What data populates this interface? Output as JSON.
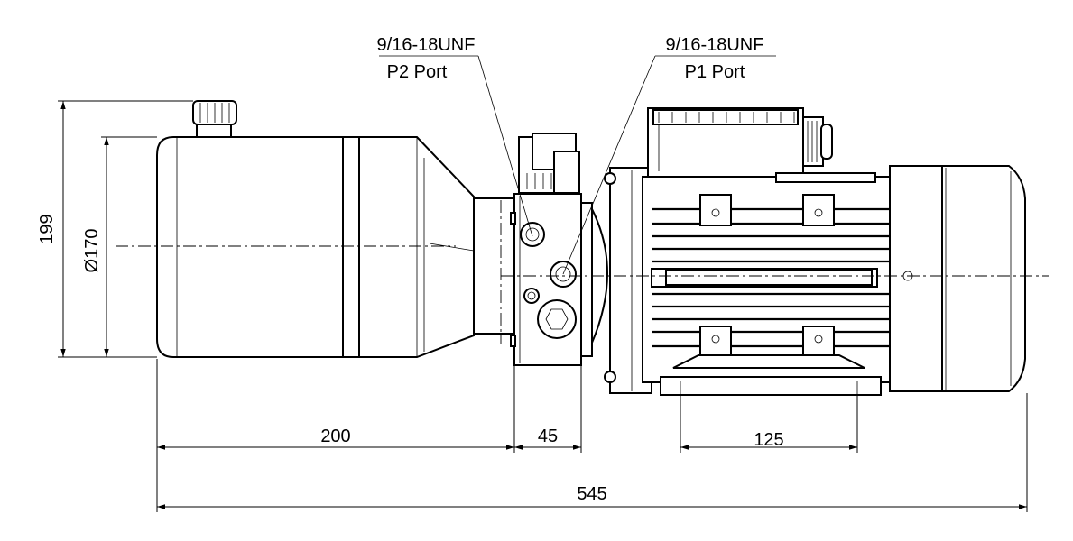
{
  "labels": {
    "p2": {
      "spec": "9/16-18UNF",
      "name": "P2 Port"
    },
    "p1": {
      "spec": "9/16-18UNF",
      "name": "P1 Port"
    }
  },
  "dimensions": {
    "height_total": "199",
    "tank_diameter": "Ø170",
    "tank_length": "200",
    "block_length": "45",
    "mount_spacing": "125",
    "overall_length": "545"
  },
  "colors": {
    "line": "#000000",
    "background": "#ffffff"
  },
  "icons": [
    "filler-cap-icon",
    "solenoid-valve-icon",
    "motor-terminal-box-icon",
    "cable-gland-icon",
    "port-fitting-icon"
  ]
}
